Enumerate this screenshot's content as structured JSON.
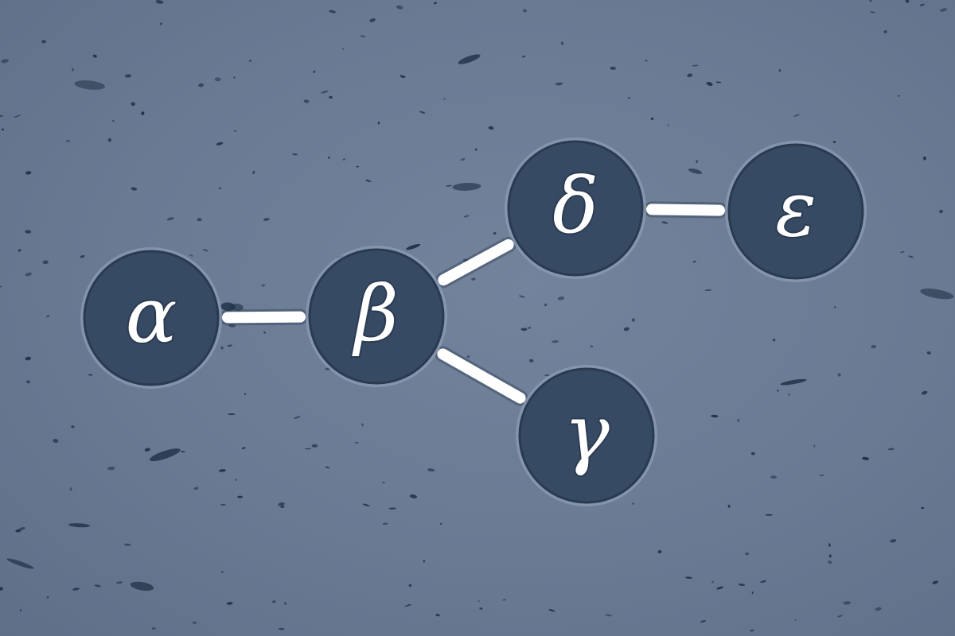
{
  "diagram": {
    "nodes": [
      {
        "id": "alpha",
        "label": "α"
      },
      {
        "id": "beta",
        "label": "β"
      },
      {
        "id": "gamma",
        "label": "γ"
      },
      {
        "id": "delta",
        "label": "δ"
      },
      {
        "id": "epsilon",
        "label": "ε"
      }
    ],
    "edges": [
      {
        "from": "alpha",
        "to": "beta"
      },
      {
        "from": "beta",
        "to": "delta"
      },
      {
        "from": "beta",
        "to": "gamma"
      },
      {
        "from": "delta",
        "to": "epsilon"
      }
    ],
    "colors": {
      "background": "#6b7b95",
      "node_fill": "#364a63",
      "node_border": "#8a9ab3",
      "edge": "#ffffff",
      "speckle": "#1f3147"
    }
  }
}
